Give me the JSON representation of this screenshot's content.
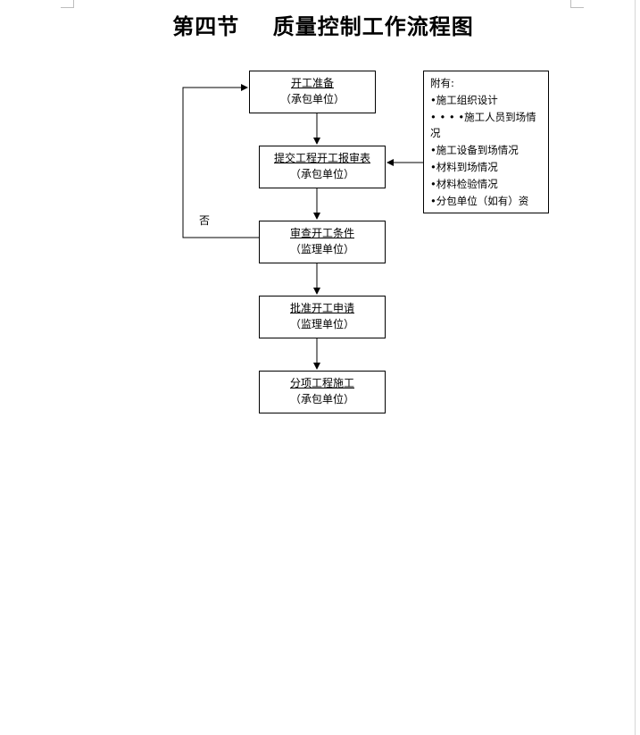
{
  "title": "第四节    质量控制工作流程图",
  "flow": {
    "step1": {
      "label": "开工准备",
      "unit": "（承包单位）"
    },
    "step2": {
      "label": "提交工程开工报审表",
      "unit": "（承包单位）"
    },
    "step3": {
      "label": "审查开工条件",
      "unit": "（监理单位）"
    },
    "step4": {
      "label": "批准开工申请",
      "unit": "（监理单位）"
    },
    "step5": {
      "label": "分项工程施工",
      "unit": "（承包单位）"
    },
    "loop_label": "否"
  },
  "attachment": {
    "heading": "附有:",
    "items": [
      "•施工组织设计",
      "• • • •施工人员到场情",
      "况",
      "•施工设备到场情况",
      "•材料到场情况",
      "•材料检验情况",
      "•分包单位（如有）资"
    ]
  }
}
